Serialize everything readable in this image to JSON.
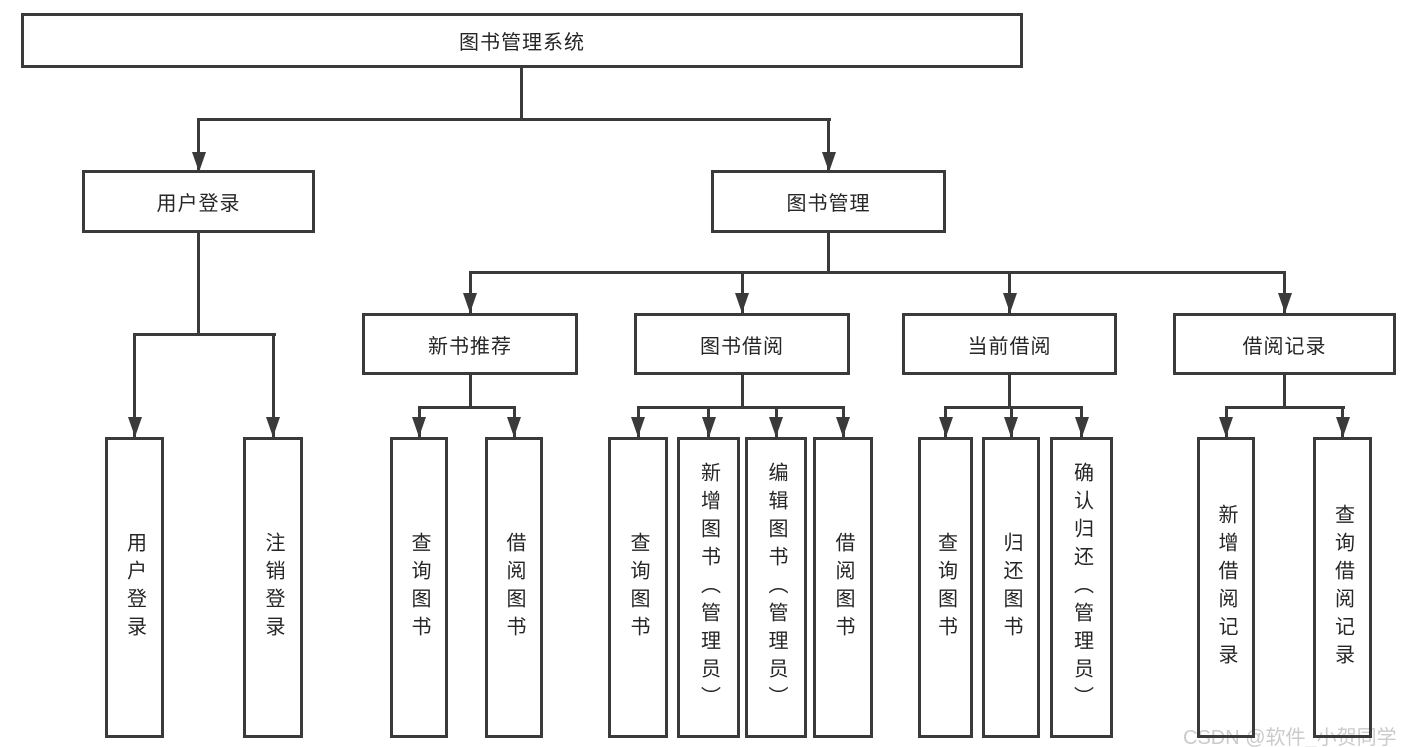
{
  "root": {
    "label": "图书管理系统"
  },
  "groups": {
    "user_login": {
      "label": "用户登录",
      "children": [
        {
          "label": "用户登录"
        },
        {
          "label": "注销登录"
        }
      ]
    },
    "book_mgmt": {
      "label": "图书管理",
      "sections": {
        "new_book": {
          "label": "新书推荐",
          "children": [
            {
              "label": "查询图书"
            },
            {
              "label": "借阅图书"
            }
          ]
        },
        "borrowing": {
          "label": "图书借阅",
          "children": [
            {
              "label": "查询图书"
            },
            {
              "label": "新增图书（管理员）"
            },
            {
              "label": "编辑图书（管理员）"
            },
            {
              "label": "借阅图书"
            }
          ]
        },
        "current": {
          "label": "当前借阅",
          "children": [
            {
              "label": "查询图书"
            },
            {
              "label": "归还图书"
            },
            {
              "label": "确认归还（管理员）"
            }
          ]
        },
        "records": {
          "label": "借阅记录",
          "children": [
            {
              "label": "新增借阅记录"
            },
            {
              "label": "查询借阅记录"
            }
          ]
        }
      }
    }
  },
  "watermark": {
    "text": "CSDN @软件_小贺同学"
  },
  "colors": {
    "line": "#3a3a3a",
    "text": "#262626",
    "watermark": "#cbcbcb",
    "background": "#ffffff"
  }
}
